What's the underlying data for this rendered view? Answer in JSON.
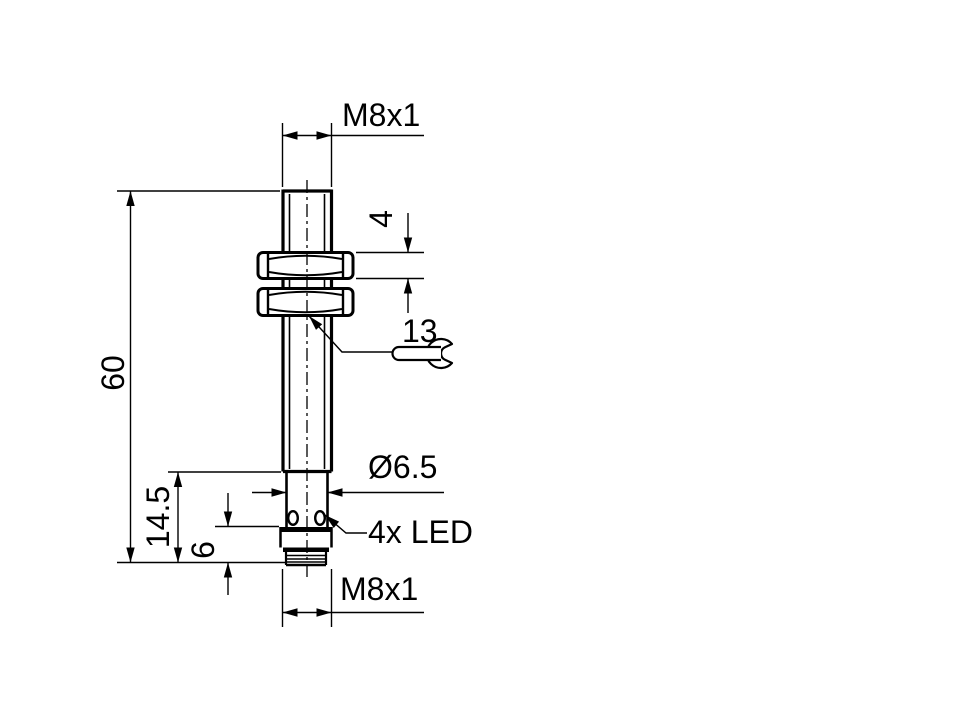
{
  "drawing": {
    "type": "technical-dimension-drawing",
    "subject": "M8 threaded barrel sensor, side view",
    "labels": {
      "thread_top": "M8x1",
      "nut_height": "4",
      "wrench_size": "13",
      "overall_length": "60",
      "lower_section_length": "14.5",
      "connector_length": "6",
      "tip_diameter": "Ø6.5",
      "led_note": "4x LED",
      "thread_bottom": "M8x1"
    },
    "colors": {
      "line": "#000000",
      "background": "#ffffff"
    }
  }
}
